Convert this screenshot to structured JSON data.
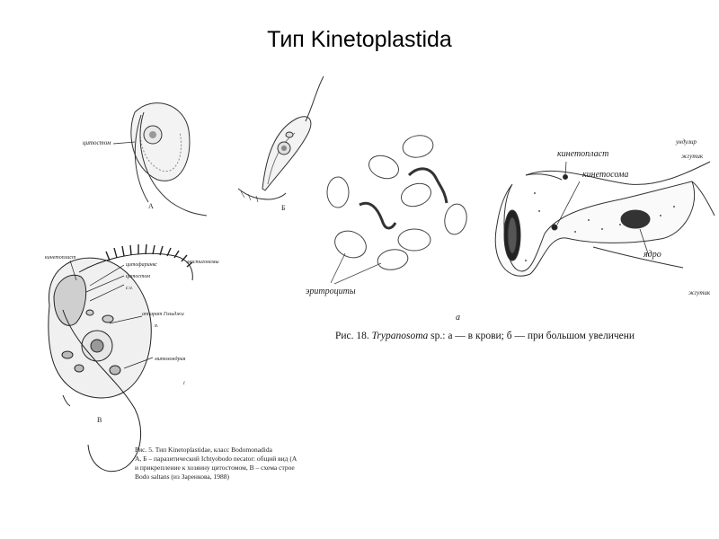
{
  "slide": {
    "title": "Тип Kinetoplastida"
  },
  "figure_left": {
    "labels": {
      "cytostome": "цитостом",
      "panel_a": "А",
      "panel_b": "Б",
      "panel_v": "В",
      "kinetoplast": "кинетопласт",
      "cytopharynx": "цитофаринкс",
      "cytostome_b": "цитостом",
      "cv": "с.v.",
      "golgi": "аппарат Гольджи",
      "nucleus_mark": "я.",
      "mastigonemes": "мастигонемы",
      "mitochondrion": "митохондрия",
      "small_mark": "і"
    },
    "caption": {
      "line1": "Рис. 5. Тип Kinetoplastidae, класс Bodomonadida",
      "line2": "А, Б – паразитический Ichtyobodo necator: общий вид (А",
      "line3": "и прикрепление к хозяину цитостомом, В – схема строе",
      "line4": "Bodo saltans (из Заренкова, 1988)"
    }
  },
  "figure_right": {
    "labels": {
      "erythrocytes": "эритроциты",
      "kinetoplast": "кинетопласт",
      "kinetosome": "кинетосома",
      "nucleus": "ядро",
      "flagellum_top": "ундулир",
      "flagellum_top2": "жгутик",
      "panel_a": "а",
      "right_cut": "жгутик"
    },
    "caption": {
      "prefix": "Рис. 18.",
      "genus": "Trypanosoma",
      "rest": " sp.: а — в крови; б — при большом увеличени"
    }
  }
}
